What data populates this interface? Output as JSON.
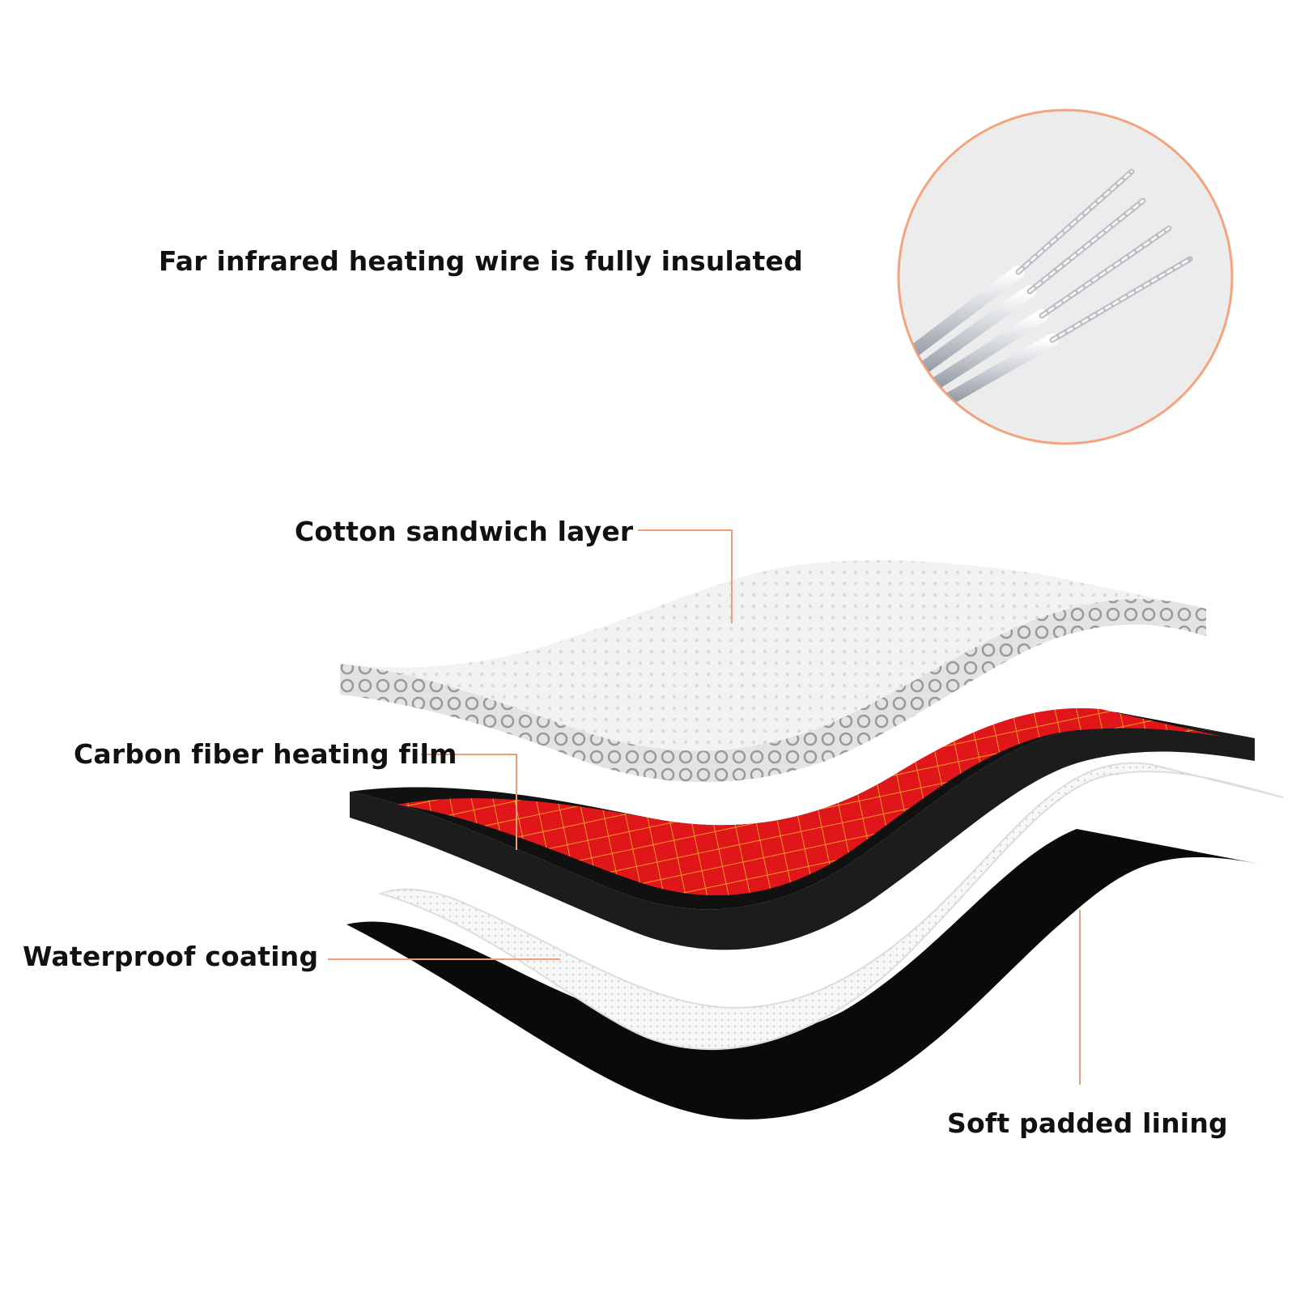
{
  "labels": {
    "wire": "Far infrared heating wire is fully insulated",
    "cotton": "Cotton sandwich layer",
    "carbon": "Carbon fiber heating film",
    "waterproof": "Waterproof coating",
    "soft": "Soft padded lining"
  },
  "colors": {
    "leader": "#e8a07a",
    "circle_border": "#f3a47f",
    "circle_fill": "#ececec",
    "heating_red": "#e0161b",
    "heating_orange": "#f5a623",
    "carbon_black": "#1c1c1c",
    "lining_black": "#0a0a0a",
    "cotton_white": "#f2f2f2",
    "mesh_white": "#f7f7f7"
  }
}
